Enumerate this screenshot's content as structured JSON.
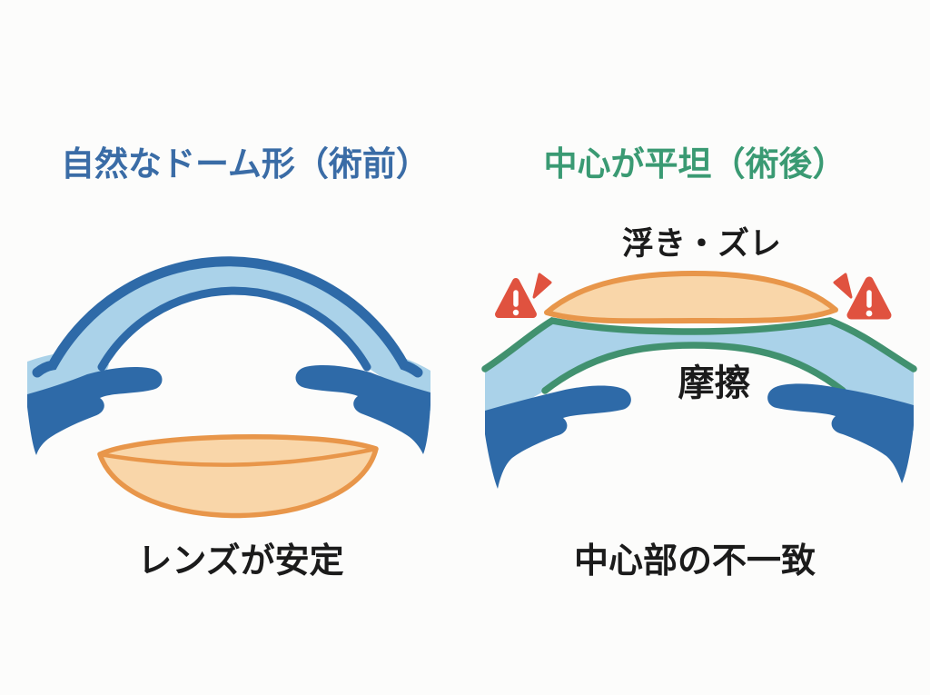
{
  "colors": {
    "background": "#fcfcfb",
    "title_blue": "#3a6ca6",
    "title_green": "#3a9a73",
    "cornea_light_blue": "#aad2e9",
    "outline_dark_blue": "#2e6aa8",
    "flat_cornea_green": "#41916f",
    "lens_fill": "#f9d6a9",
    "lens_outline": "#e8964a",
    "warning_red": "#e0523f",
    "label_text": "#1b1b1b"
  },
  "left_panel": {
    "title": "自然なドーム形（術前）",
    "caption": "レンズが安定"
  },
  "right_panel": {
    "title": "中心が平坦（術後）",
    "float_label": "浮き・ズレ",
    "friction_label": "摩擦",
    "caption": "中心部の不一致"
  },
  "icons": {
    "warning_left": "warning-triangle-icon",
    "warning_right": "warning-triangle-icon",
    "emphasis_left": "spark-icon",
    "emphasis_right": "spark-icon"
  }
}
